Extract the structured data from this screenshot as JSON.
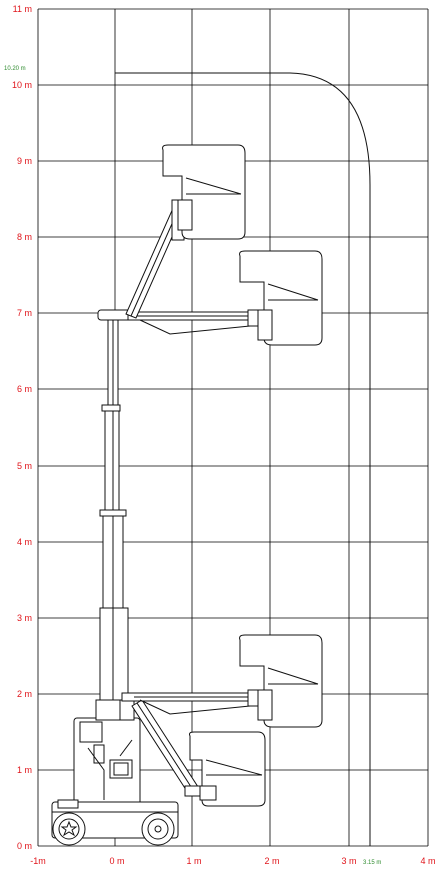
{
  "y_labels": [
    "0 m",
    "1 m",
    "2 m",
    "3 m",
    "4 m",
    "5 m",
    "6 m",
    "7 m",
    "8 m",
    "9 m",
    "10 m",
    "11 m"
  ],
  "x_labels": [
    "-1m",
    "0 m",
    "1 m",
    "2 m",
    "3 m",
    "4 m"
  ],
  "annotations": {
    "max_height": "10.20 m",
    "max_outreach": "3.15 m"
  },
  "colors": {
    "label": "#e0151b",
    "annotation": "#2e8b2e",
    "line": "#111111"
  }
}
